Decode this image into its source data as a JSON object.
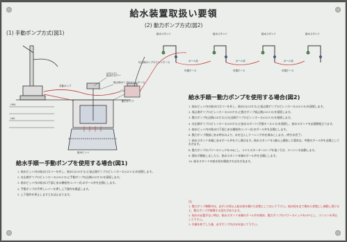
{
  "title": "給水装置取扱い要領",
  "section1": {
    "heading": "(1) 手動ポンプ方式(図1)"
  },
  "section2": {
    "heading": "(2) 動力ポンプ方式(図2)"
  },
  "manual": {
    "heading": "給水手順ー手動ポンプを使用する場合(図1)",
    "steps": [
      "1. 給水ピット内の給水口カバーを外し、給水口(OZオス)と吸込側ポリプロピレンホース(OZメス)を接続します。",
      "2. 吐出側ポリプロピレンホース(OZメス)と手動ポンプ吐出側(OZオス)を接続します。",
      "3. 給水ピット内の給水口下部にある補給弁(レバー式)のボール弁を全開にします。",
      "4. 手動ポンプの手押しレバーを押し上下操作を繰返します。",
      "5. 上下操作を停止しますと水は止まります。"
    ]
  },
  "power": {
    "heading": "給水手順ー動力ポンプを使用する場合(図2)",
    "steps": [
      "1. 給水ピット内の給水口カバーを外し、給水口(OZオス)と吸込側ポリプロピレンホース(OZメス)を接続します。",
      "2. 吸込側ポリプロピレンホース(OZオス)と動力ポンプ吸込側(OZメス)を接続します。",
      "3. 動力ポンプ吐出側(OZオス)と吐出側ポリプロピレンホース(OZメス)を接続します。",
      "4. 吐出側ポリプロピレンホース(OZオス)と給水スタンド(可撓ホースメス)を接続し、給水スタンドを必要数組立てます。",
      "5. 給水ピット内の給水口下部にある補給弁(レバー式)のボール弁を全開にします。",
      "6. 動力ポンプ側部にある呼水口より、水を注入しケーシング内を満水にします。(呼び水完了)",
      "7. 給水スタンド末端にあるボール弁を少し開きます。給水スタンドを2基以上連結した場合は、中間のボール弁を全開にしておきます。",
      "8. 動力ポンプのパワースイッチをONにし、コイルスターターロープを強く引き、エンジンを始動します。",
      "9. 揚水が開始しましたら、給水スタンド末端のボール弁を全開にします。",
      "10. 給水スタンドの給水栓を開放すれば水が出ます。"
    ],
    "notes_label": "注)",
    "notes": [
      "1. 動力ポンプ稼動中は、必ず1か所以上給水栓を開けた状態にしておいて下さい。給水栓を全て閉めた状態にし稼動し続けると、動力ポンプが故障する恐れがあります。",
      "2. 給水の必要がない時は、給水スタンド末端のボール弁を閉め、動力ポンプのパワースイッチをOFFにし、エンジンを停止して下さい。",
      "3. 作業を終了した後、必ずポンプ内の水を抜いて下さい。"
    ]
  },
  "labels": {
    "stand": "給水スタンド",
    "valve": "ボール弁",
    "hose": "可撓ホース",
    "cap": "給水口カバー",
    "oz_male": "(OZオス)",
    "oz_female": "(OZメス)",
    "suction_hose": "吸込側ポリプロピレンホース",
    "discharge_hose": "吐出側ポリプロピレンホース",
    "manual_pump": "手動ポンプ",
    "power_pump": "動力ポンプ",
    "pit": "給水ピット",
    "level_hwl": "HWL",
    "level_lwl": "LWL"
  }
}
